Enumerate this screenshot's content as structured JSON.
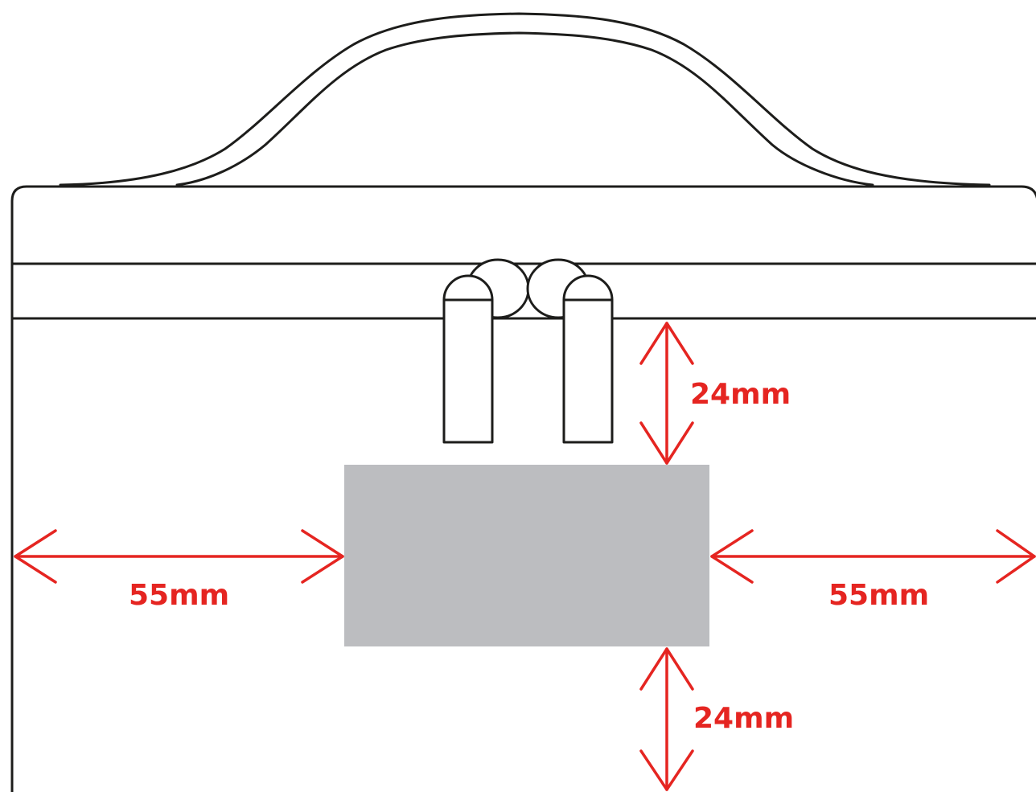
{
  "colors": {
    "outline": "#1d1d1b",
    "dimension": "#e52521",
    "print_area": "#bcbdc0",
    "background": "#ffffff"
  },
  "dimensions": {
    "top_gap": "24mm",
    "bottom_gap": "24mm",
    "left_gap": "55mm",
    "right_gap": "55mm"
  }
}
